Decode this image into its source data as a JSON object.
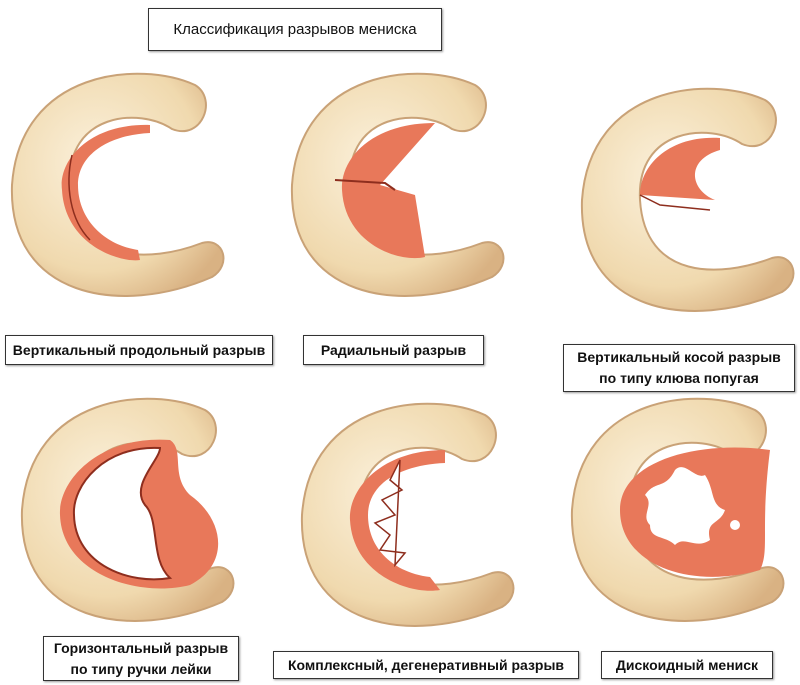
{
  "title": "Классификация разрывов мениска",
  "colors": {
    "meniscus": "#f1dcb4",
    "meniscus_edge": "#c9a277",
    "tear": "#e8785a",
    "tear_line": "#8e2e1e"
  },
  "items": [
    {
      "label_lines": [
        "Вертикальный продольный разрыв"
      ]
    },
    {
      "label_lines": [
        "Радиальный разрыв"
      ]
    },
    {
      "label_lines": [
        "Вертикальный косой разрыв",
        "по типу клюва попугая"
      ]
    },
    {
      "label_lines": [
        "Горизонтальный разрыв",
        "по типу ручки лейки"
      ]
    },
    {
      "label_lines": [
        "Комплексный, дегенеративный разрыв"
      ]
    },
    {
      "label_lines": [
        "Дискоидный мениск"
      ]
    }
  ]
}
